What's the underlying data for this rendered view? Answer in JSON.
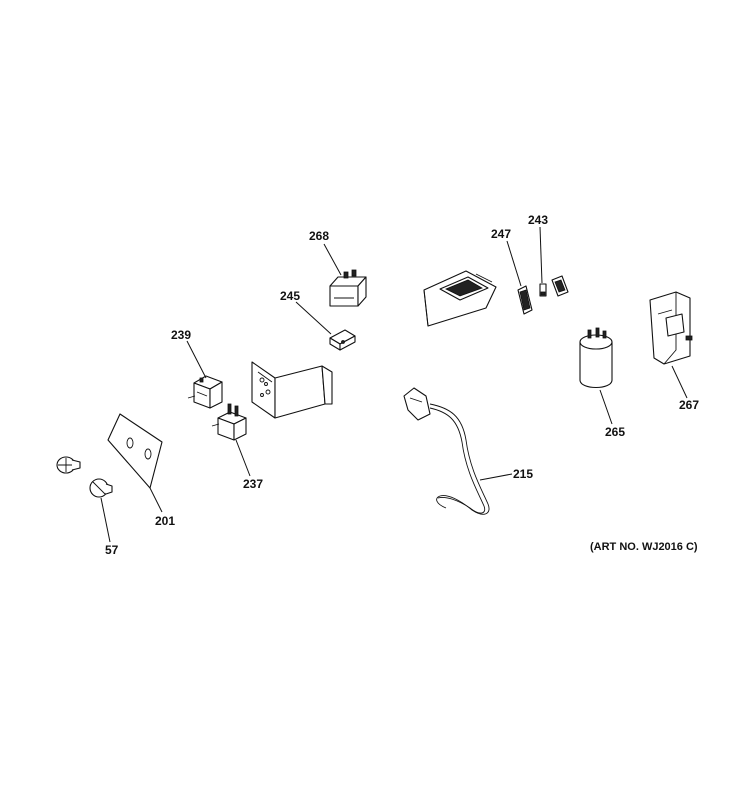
{
  "callouts": {
    "p268": "268",
    "p245": "245",
    "p239": "239",
    "p237": "237",
    "p201": "201",
    "p57": "57",
    "p247": "247",
    "p243": "243",
    "p215": "215",
    "p265": "265",
    "p267": "267"
  },
  "art_number": "(ART NO. WJ2016 C)"
}
